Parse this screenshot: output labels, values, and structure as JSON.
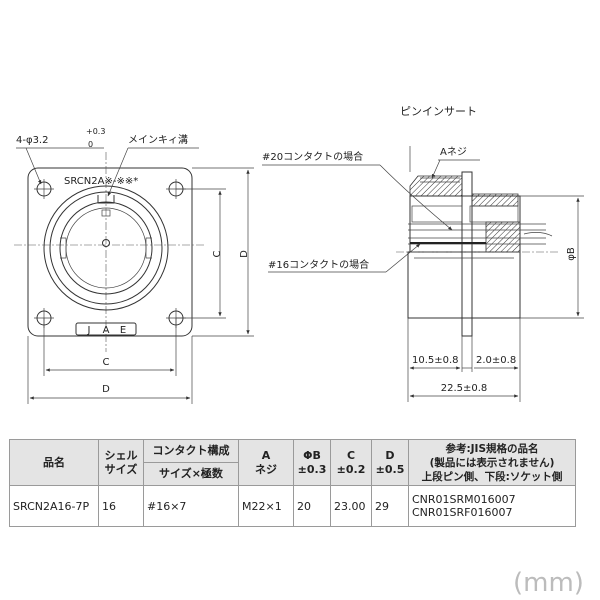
{
  "drawing": {
    "insert_title": "ピンインサート",
    "hole_spec": "4-φ3.2",
    "hole_tol_upper": "+0.3",
    "hole_tol_lower": "0",
    "key_label": "メインキィ溝",
    "part_marking": "SRCN2A※-※※*",
    "jae_marking": [
      "J",
      "A",
      "E"
    ],
    "dim_c": "C",
    "dim_d": "D",
    "dim_a_thread": "Aネジ",
    "dim_phi_b": "φB",
    "contact20": "#20コンタクトの場合",
    "contact16": "#16コンタクトの場合",
    "dim_10_5": "10.5±0.8",
    "dim_2_0": "2.0±0.8",
    "dim_22_5": "22.5±0.8"
  },
  "table": {
    "headers": {
      "name": "品名",
      "shell": [
        "シェル",
        "サイズ"
      ],
      "contact": "コンタクト構成",
      "contact_sub": "サイズ×極数",
      "a": [
        "A",
        "ネジ"
      ],
      "b": [
        "ΦB",
        "±0.3"
      ],
      "c": [
        "C",
        "±0.2"
      ],
      "d": [
        "D",
        "±0.5"
      ],
      "ref": [
        "参考:JIS規格の品名",
        "(製品には表示されません)",
        "上段ピン側、下段:ソケット側"
      ]
    },
    "rows": [
      {
        "name": "SRCN2A16-7P",
        "shell": "16",
        "contact": "#16×7",
        "a": "M22×1",
        "b": "20",
        "c": "23.00",
        "d": "29",
        "ref": [
          "CNR01SRM016007",
          "CNR01SRF016007"
        ]
      }
    ]
  },
  "unit": "(mm)"
}
